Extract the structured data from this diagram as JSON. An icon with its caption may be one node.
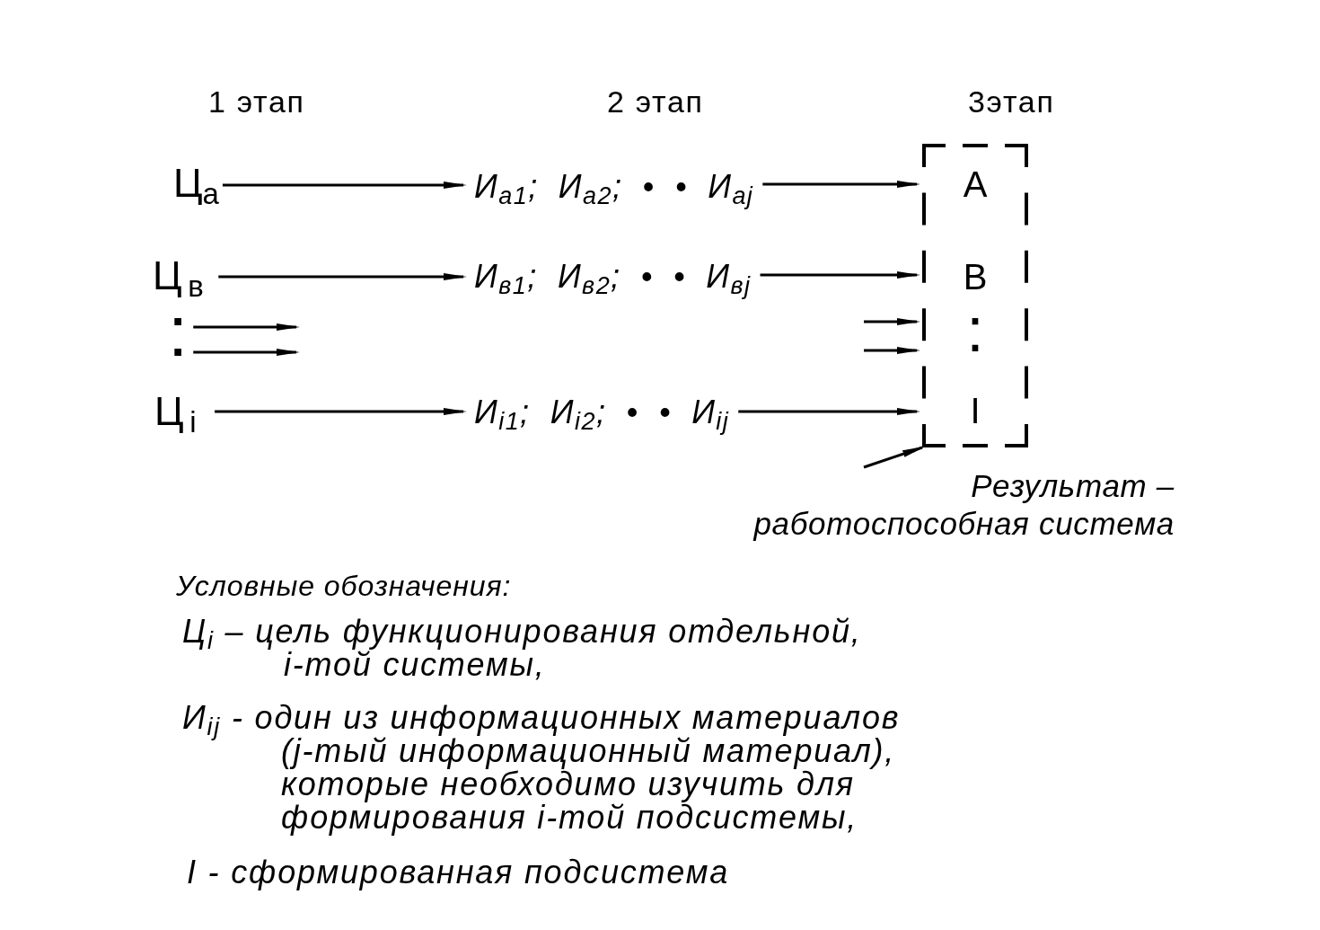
{
  "diagram": {
    "nodes": [
      {
        "text": [
          "Ц$_{а}$"
        ]
      },
      {
        "text": [
          "Ц$_{в}$"
        ]
      },
      {
        "text": [
          ":"
        ]
      },
      {
        "text": [
          "Ц$_{i}$"
        ]
      },
      {
        "text": [
          "И$_{а1}$; И$_{а2}$; • • И$_{аj}$"
        ]
      },
      {
        "text": [
          "И$_{в1}$; И$_{в2}$; • • И$_{вj}$"
        ]
      },
      {
        "text": [
          "И$_{i1}$; И$_{i2}$; • • И$_{ij}$"
        ]
      },
      {
        "text": [
          "А",
          "В",
          ":",
          "I"
        ]
      },
      {
        "text": [
          "Результат – работоспособная система"
        ]
      }
    ],
    "edges": [
      {
        "from": 0,
        "to": 4,
        "arrow": "to"
      },
      {
        "from": 1,
        "to": 5,
        "arrow": "to"
      },
      {
        "from": 2,
        "to": null,
        "arrow": "to"
      },
      {
        "from": 2,
        "to": null,
        "arrow": "to"
      },
      {
        "from": 3,
        "to": 6,
        "arrow": "to"
      },
      {
        "from": 4,
        "to": 7,
        "arrow": "to"
      },
      {
        "from": 5,
        "to": 7,
        "arrow": "to"
      },
      {
        "from": null,
        "to": 7,
        "arrow": "to"
      },
      {
        "from": null,
        "to": 7,
        "arrow": "to"
      },
      {
        "from": 6,
        "to": 7,
        "arrow": "to"
      },
      {
        "from": 8,
        "to": 7,
        "arrow": "to"
      }
    ],
    "labels": [
      "1 этап",
      "2 этап",
      "3этап",
      "Условные обозначения:",
      "Ц$_{i}$ – цель функционирования отдельной, i-той системы,",
      "И$_{ij}$ - один из информационных материалов (j-тый информационный материал), которые необходимо изучить для формирования i-той подсистемы,",
      "I - сформированная подсистема"
    ]
  }
}
